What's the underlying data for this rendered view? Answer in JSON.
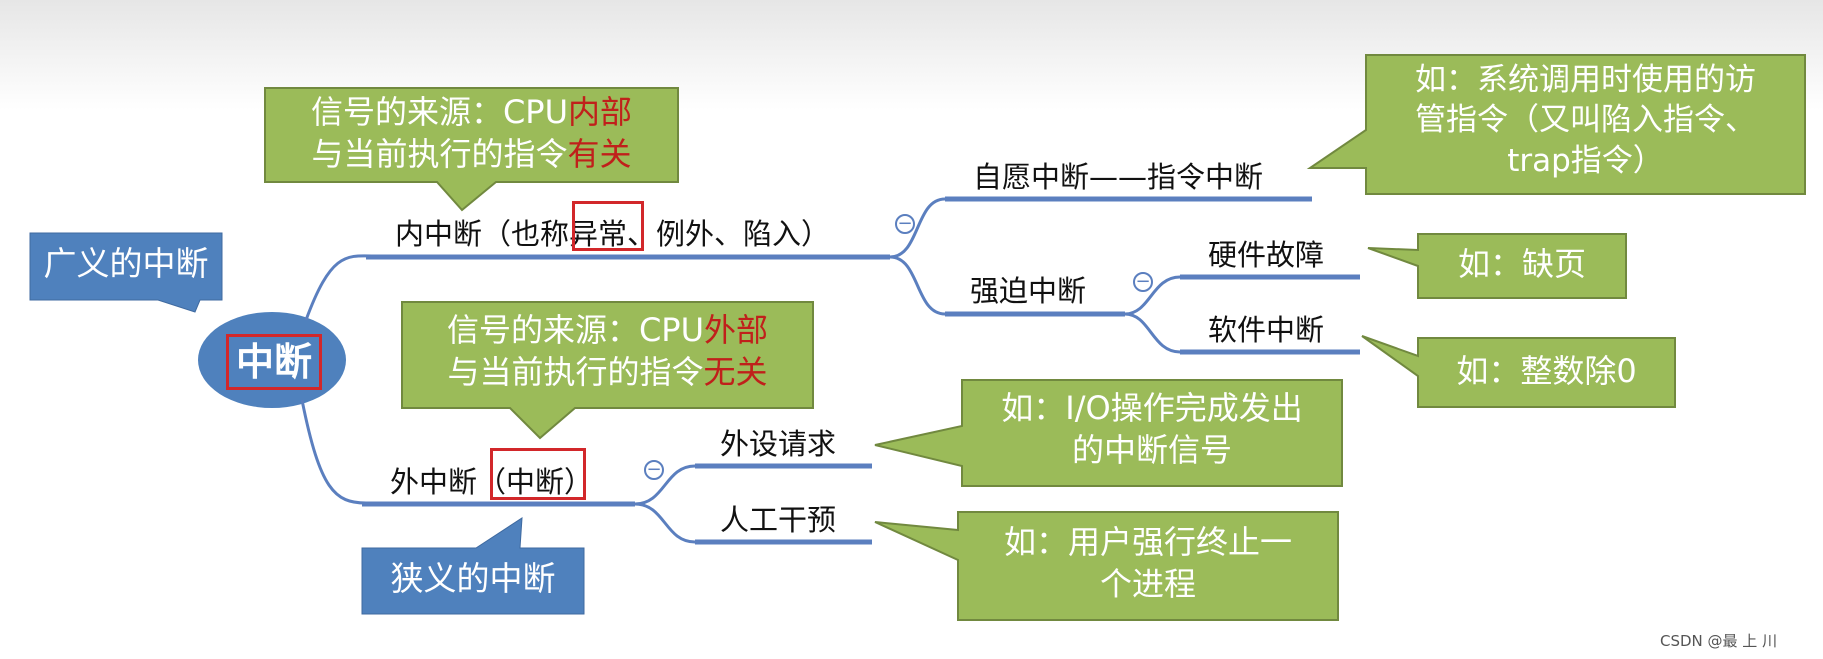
{
  "root": {
    "label": "中断"
  },
  "broad_label": "广义的中断",
  "narrow_label": "狭义的中断",
  "internal": {
    "prefix": "内中断（也称",
    "highlight": "异常",
    "suffix": "、例外、陷入）",
    "source_note": {
      "line1_prefix": "信号的来源：CPU",
      "line1_highlight": "内部",
      "line2_prefix": "与当前执行的指令",
      "line2_highlight": "有关"
    },
    "voluntary": {
      "label": "自愿中断——指令中断",
      "example": [
        "如：系统调用时使用的访",
        "管指令（又叫陷入指令、",
        "trap指令）"
      ]
    },
    "forced": {
      "label": "强迫中断",
      "hardware": {
        "label": "硬件故障",
        "example": "如：缺页"
      },
      "software": {
        "label": "软件中断",
        "example": "如：整数除0"
      }
    }
  },
  "external": {
    "prefix": "外中断",
    "highlight": "（中断）",
    "source_note": {
      "line1_prefix": "信号的来源：CPU",
      "line1_highlight": "外部",
      "line2_prefix": "与当前执行的指令",
      "line2_highlight": "无关"
    },
    "device": {
      "label": "外设请求",
      "example": [
        "如：I/O操作完成发出",
        "的中断信号"
      ]
    },
    "manual": {
      "label": "人工干预",
      "example": [
        "如：用户强行终止一",
        "个进程"
      ]
    }
  },
  "collapse_symbol": "−",
  "watermark": "CSDN @最 上 川",
  "colors": {
    "callout_green": "#9bbb59",
    "callout_green_border": "#71893f",
    "box_blue": "#4f81bd",
    "branch_blue": "#5b7fbf",
    "highlight_red": "#c0201b"
  }
}
